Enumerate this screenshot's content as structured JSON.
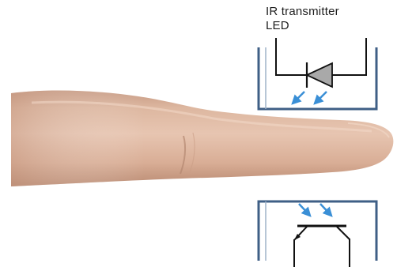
{
  "label": {
    "line1": "IR transmitter",
    "line2": "LED"
  },
  "colors": {
    "frame": "#3f5f86",
    "arrows": "#3a8fd6",
    "wire": "#111111",
    "led_fill": "#a9a9a9"
  },
  "icons": {
    "finger": "finger-photo",
    "transmitter": "ir-led-icon",
    "receiver": "phototransistor-icon"
  }
}
